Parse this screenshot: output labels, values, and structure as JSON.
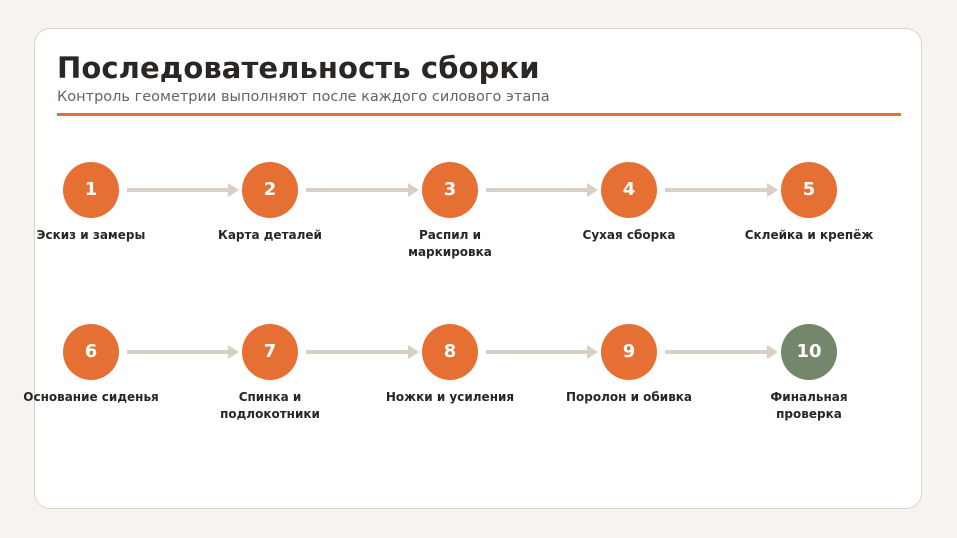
{
  "header": {
    "title": "Последовательность сборки",
    "subtitle": "Контроль геометрии выполняют после каждого силового этапа"
  },
  "steps": [
    {
      "number": "1",
      "label_lines": [
        "Эскиз и замеры"
      ]
    },
    {
      "number": "2",
      "label_lines": [
        "Карта деталей"
      ]
    },
    {
      "number": "3",
      "label_lines": [
        "Распил и",
        "маркировка"
      ]
    },
    {
      "number": "4",
      "label_lines": [
        "Сухая сборка"
      ]
    },
    {
      "number": "5",
      "label_lines": [
        "Склейка и крепёж"
      ]
    },
    {
      "number": "6",
      "label_lines": [
        "Основание сиденья"
      ]
    },
    {
      "number": "7",
      "label_lines": [
        "Спинка и",
        "подлокотники"
      ]
    },
    {
      "number": "8",
      "label_lines": [
        "Ножки и усиления"
      ]
    },
    {
      "number": "9",
      "label_lines": [
        "Поролон и обивка"
      ]
    },
    {
      "number": "10",
      "label_lines": [
        "Финальная",
        "проверка"
      ]
    }
  ],
  "colors": {
    "accent": "#e66f33",
    "final_step": "#75876b",
    "connector": "#d8cfc6",
    "text": "#2a2623",
    "muted_text": "#6b625c"
  }
}
